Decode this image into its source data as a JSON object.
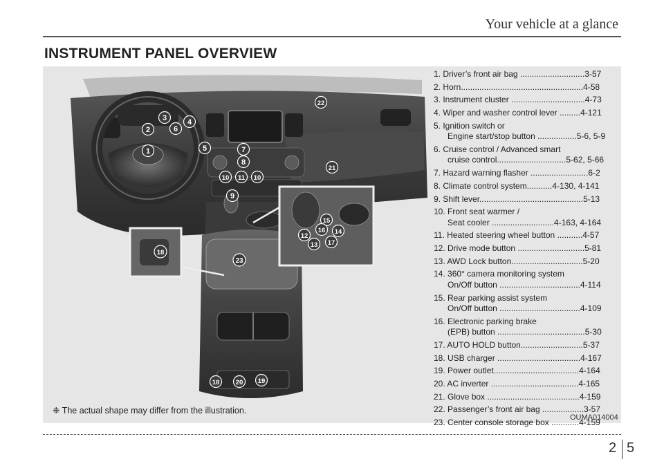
{
  "header": {
    "title": "Your vehicle at a glance"
  },
  "section_title": "INSTRUMENT PANEL OVERVIEW",
  "legend": [
    {
      "l1": "1. Driver’s front air bag ............................3-57"
    },
    {
      "l1": "2. Horn.....................................................4-58"
    },
    {
      "l1": "3. Instrument cluster ................................4-73"
    },
    {
      "l1": "4. Wiper and washer control lever .........4-121"
    },
    {
      "l1": "5. Ignition switch or",
      "l2": "Engine start/stop button .................5-6, 5-9"
    },
    {
      "l1": "6. Cruise control / Advanced smart",
      "l2": "cruise control..............................5-62, 5-66"
    },
    {
      "l1": "7. Hazard warning flasher .........................6-2"
    },
    {
      "l1": "8. Climate control system...........4-130, 4-141"
    },
    {
      "l1": "9. Shift lever.............................................5-13"
    },
    {
      "l1": "10. Front seat warmer /",
      "l2": "Seat cooler ...........................4-163, 4-164"
    },
    {
      "l1": "11. Heated steering wheel button ...........4-57"
    },
    {
      "l1": "12. Drive mode button .............................5-81"
    },
    {
      "l1": "13. AWD Lock button...............................5-20"
    },
    {
      "l1": "14. 360° camera monitoring system",
      "l2": "On/Off button ...................................4-114"
    },
    {
      "l1": "15. Rear parking assist system",
      "l2": "On/Off button ...................................4-109"
    },
    {
      "l1": "16. Electronic parking brake",
      "l2": "(EPB) button ......................................5-30"
    },
    {
      "l1": "17. AUTO HOLD button...........................5-37"
    },
    {
      "l1": "18. USB charger ....................................4-167"
    },
    {
      "l1": "19. Power outlet.....................................4-164"
    },
    {
      "l1": "20. AC inverter ......................................4-165"
    },
    {
      "l1": "21. Glove box ........................................4-159"
    },
    {
      "l1": "22. Passenger’s front air bag ..................3-57"
    },
    {
      "l1": "23. Center console storage box ............4-159"
    }
  ],
  "note": "❈ The actual shape may differ from the illustration.",
  "image_code": "OUMA014004",
  "callouts": {
    "c1": "1",
    "c2": "2",
    "c3": "3",
    "c4": "4",
    "c5": "5",
    "c6": "6",
    "c7": "7",
    "c8": "8",
    "c9": "9",
    "c10a": "10",
    "c11": "11",
    "c10b": "10",
    "c12": "12",
    "c13": "13",
    "c14": "14",
    "c15": "15",
    "c16": "16",
    "c17": "17",
    "c18a": "18",
    "c18b": "18",
    "c19": "19",
    "c20": "20",
    "c21": "21",
    "c22": "22",
    "c23": "23"
  },
  "page": {
    "chapter": "2",
    "number": "5"
  },
  "colors": {
    "callout_fill": "#3a3a3a",
    "panel_bg": "#e6e6e6",
    "rule": "#555555"
  }
}
